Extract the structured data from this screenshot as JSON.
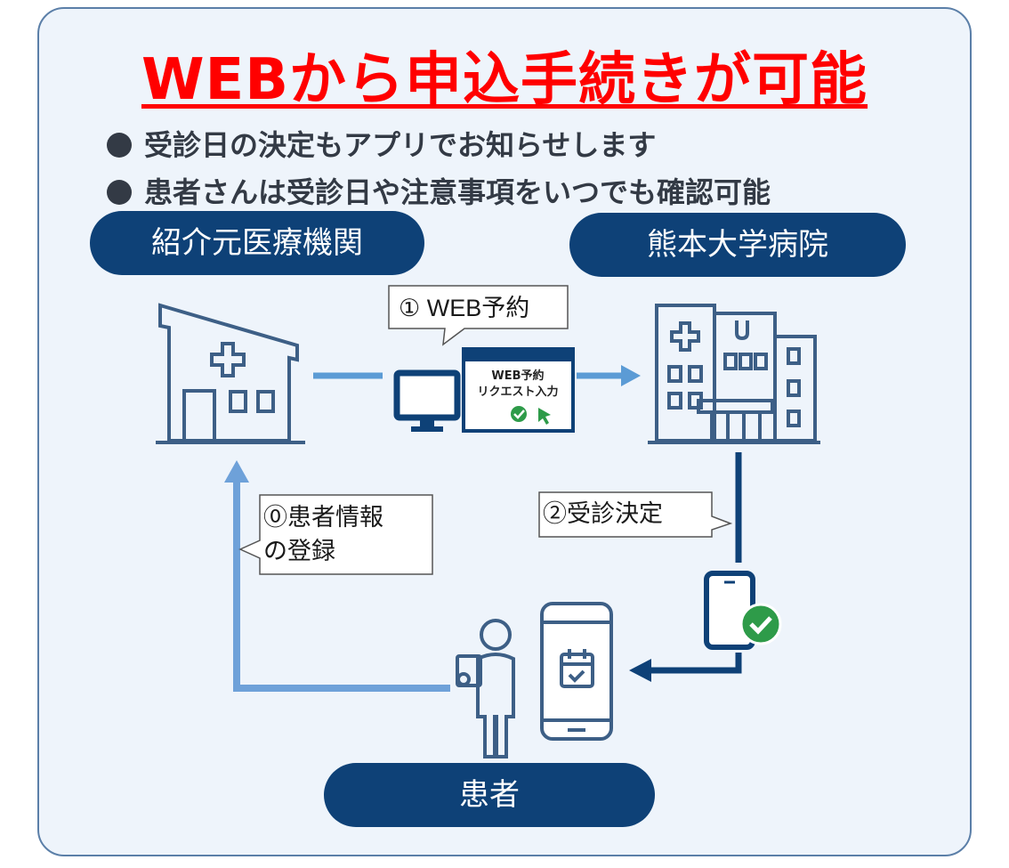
{
  "title": "WEBから申込手続きが可能",
  "bullets": [
    "受診日の決定もアプリでお知らせします",
    "患者さんは受診日や注意事項をいつでも確認可能"
  ],
  "nodes": {
    "referrer": "紹介元医療機関",
    "hospital": "熊本大学病院",
    "patient": "患者"
  },
  "steps": {
    "step1": "① WEB予約",
    "step2": "②受診決定",
    "step0_line1": "⓪患者情報",
    "step0_line2": "の登録"
  },
  "screen": {
    "line1": "WEB予約",
    "line2": "リクエスト入力"
  },
  "colors": {
    "navy": "#0e4177",
    "light_blue": "#5b9bd5",
    "icon_stroke": "#3d5f86",
    "title_red": "#ff0000",
    "check_green": "#2e9b49"
  }
}
